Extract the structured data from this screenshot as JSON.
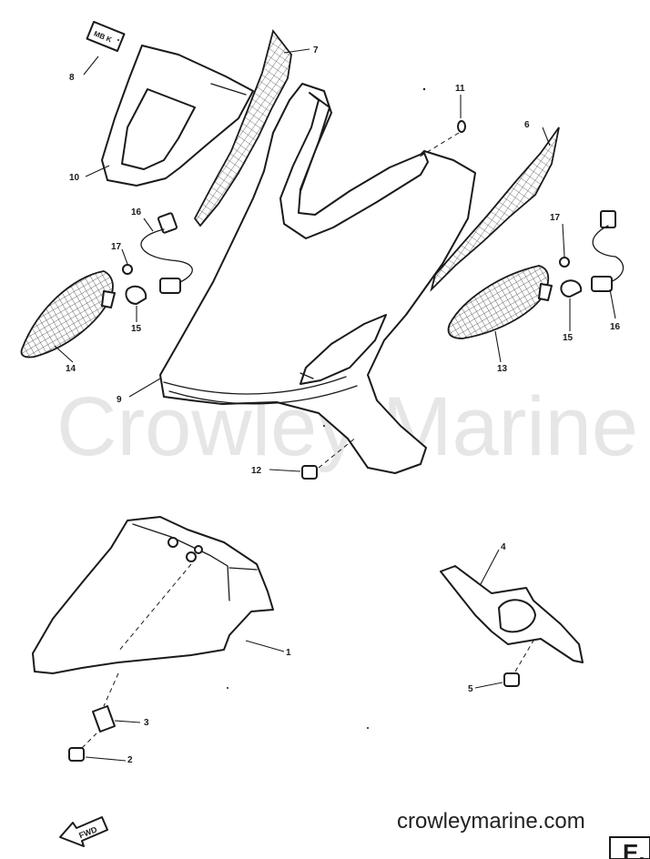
{
  "watermark": "Crowley Marine",
  "site_url": "crowleymarine.com",
  "page_tag": "E.",
  "label_tag": "MB K",
  "fwd_label": "FWD",
  "callouts": {
    "p1": "1",
    "p2": "2",
    "p3": "3",
    "p4": "4",
    "p5": "5",
    "p6": "6",
    "p7": "7",
    "p8": "8",
    "p9": "9",
    "p10": "10",
    "p11": "11",
    "p12": "12",
    "p13": "13",
    "p14": "14",
    "p15a": "15",
    "p15b": "15",
    "p16a": "16",
    "p16b": "16",
    "p17a": "17",
    "p17b": "17"
  }
}
